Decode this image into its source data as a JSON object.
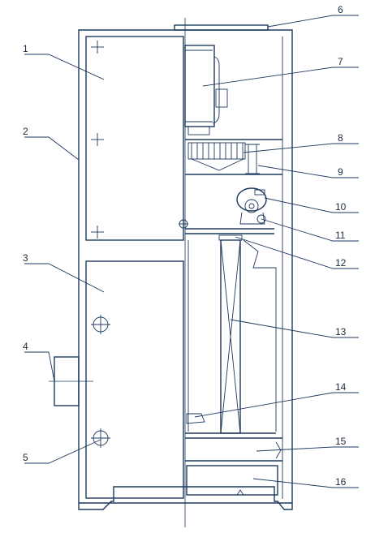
{
  "callouts": [
    {
      "n": "1"
    },
    {
      "n": "2"
    },
    {
      "n": "3"
    },
    {
      "n": "4"
    },
    {
      "n": "5"
    },
    {
      "n": "6"
    },
    {
      "n": "7"
    },
    {
      "n": "8"
    },
    {
      "n": "9"
    },
    {
      "n": "10"
    },
    {
      "n": "11"
    },
    {
      "n": "12"
    },
    {
      "n": "13"
    },
    {
      "n": "14"
    },
    {
      "n": "15"
    },
    {
      "n": "16"
    }
  ],
  "colors": {
    "line": "#1e3a5f",
    "paper": "#ffffff"
  }
}
